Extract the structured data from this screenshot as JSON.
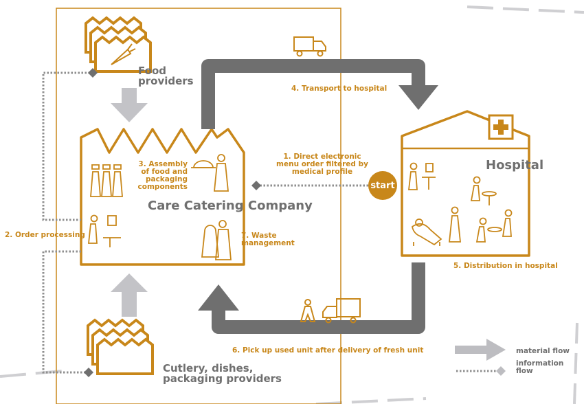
{
  "colors": {
    "accent": "#c8871a",
    "flow_grey": "#6f6f6f",
    "light_grey": "#cfcfd2",
    "arrow_grey": "#c3c3c7"
  },
  "labels": {
    "food_providers": "Food\nproviders",
    "transport": "4. Transport to hospital",
    "order": "1. Direct electronic\nmenu order filtered by\nmedical profile",
    "start": "start",
    "hospital": "Hospital",
    "assembly": "3. Assembly\nof food and\npackaging\ncomponents",
    "company": "Care Catering Company",
    "order_processing": "2. Order processing",
    "waste": "7. Waste\nmanagement",
    "distribution": "5. Distribution in hospital",
    "pickup": "6. Pick up used unit after delivery of fresh unit",
    "cutlery": "Cutlery, dishes,\npackaging providers"
  },
  "legend": {
    "material": "material flow",
    "information": "information\nflow"
  },
  "icons": [
    "carrot-icon",
    "truck-icon",
    "hospital-cross-icon",
    "cooks-icon",
    "chef-serving-icon",
    "office-worker-icon",
    "waste-workers-icon",
    "patient-bed-icon",
    "dining-people-icon",
    "nurse-icon",
    "delivery-truck-icon"
  ]
}
